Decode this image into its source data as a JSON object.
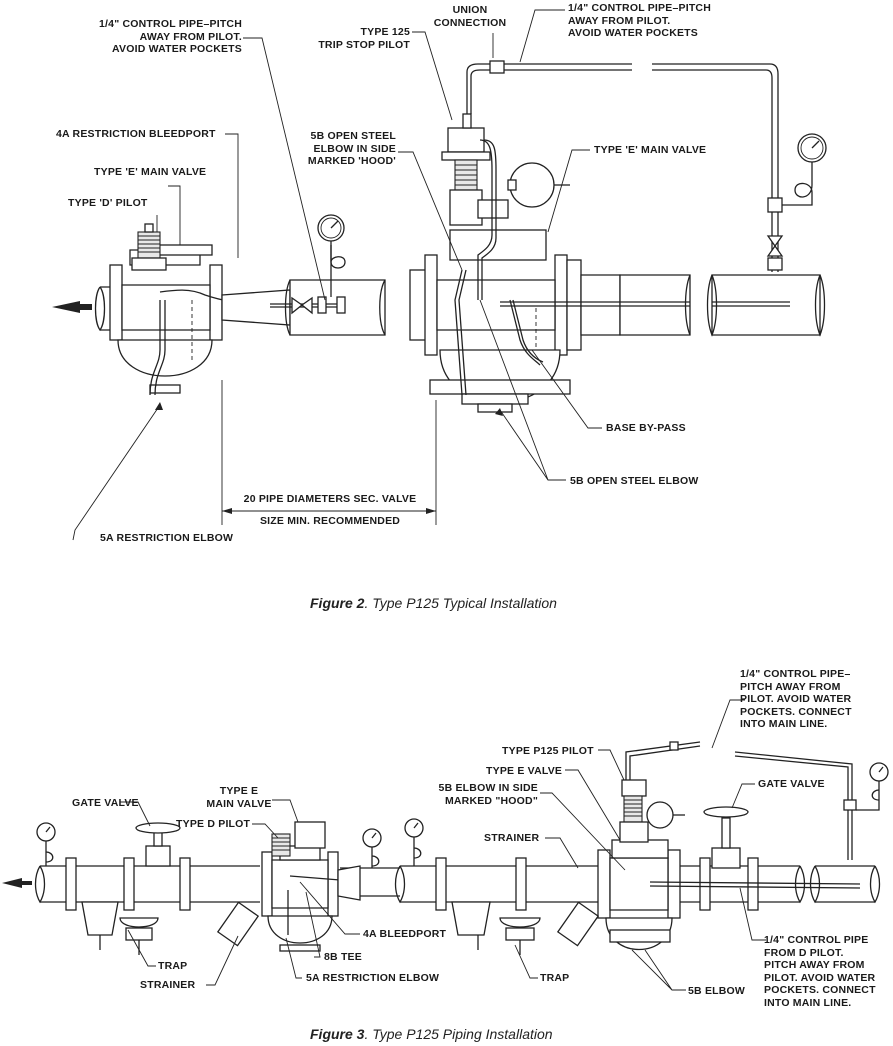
{
  "figure2": {
    "caption_num": "Figure 2",
    "caption_text": ". Type P125 Typical Installation",
    "labels": {
      "control_pipe_left": "1/4\" CONTROL PIPE–PITCH\nAWAY FROM PILOT.\nAVOID WATER POCKETS",
      "union": "UNION\nCONNECTION",
      "control_pipe_right": "1/4\" CONTROL PIPE–PITCH\nAWAY FROM PILOT.\nAVOID WATER POCKETS",
      "trip_stop": "TYPE 125\nTRIP STOP PILOT",
      "bleedport": "4A RESTRICTION BLEEDPORT",
      "main_valve_left": "TYPE 'E' MAIN VALVE",
      "d_pilot": "TYPE 'D' PILOT",
      "open_elbow_side": "5B OPEN STEEL\nELBOW IN SIDE\nMARKED 'HOOD'",
      "main_valve_right": "TYPE 'E' MAIN VALVE",
      "base_bypass": "BASE BY-PASS",
      "open_elbow": "5B OPEN STEEL ELBOW",
      "dim_line1": "20 PIPE DIAMETERS SEC. VALVE",
      "dim_line2": "SIZE MIN. RECOMMENDED",
      "restriction_elbow": "5A RESTRICTION ELBOW"
    }
  },
  "figure3": {
    "caption_num": "Figure 3",
    "caption_text": ". Type P125 Piping Installation",
    "labels": {
      "control_pipe_top": "1/4\" CONTROL PIPE–\nPITCH AWAY FROM\nPILOT. AVOID WATER\nPOCKETS. CONNECT\nINTO MAIN LINE.",
      "p125_pilot": "TYPE P125 PILOT",
      "e_valve": "TYPE E VALVE",
      "elbow_side": "5B ELBOW IN SIDE\nMARKED \"HOOD\"",
      "gate_valve_right": "GATE VALVE",
      "type_e_main": "TYPE E\nMAIN VALVE",
      "gate_valve_left": "GATE VALVE",
      "d_pilot": "TYPE D PILOT",
      "strainer_top": "STRAINER",
      "bleedport": "4A BLEEDPORT",
      "tee": "8B TEE",
      "trap_left": "TRAP",
      "restriction_elbow": "5A RESTRICTION ELBOW",
      "trap_right": "TRAP",
      "strainer_left": "STRAINER",
      "elbow_5b": "5B ELBOW",
      "control_pipe_bottom": "1/4\" CONTROL PIPE\nFROM D PILOT.\nPITCH AWAY FROM\nPILOT. AVOID WATER\nPOCKETS. CONNECT\nINTO MAIN LINE."
    }
  },
  "icons": [
    "pressure-gauge-icon",
    "flow-arrow-icon",
    "needle-valve-icon",
    "gate-valve-handwheel-icon"
  ]
}
